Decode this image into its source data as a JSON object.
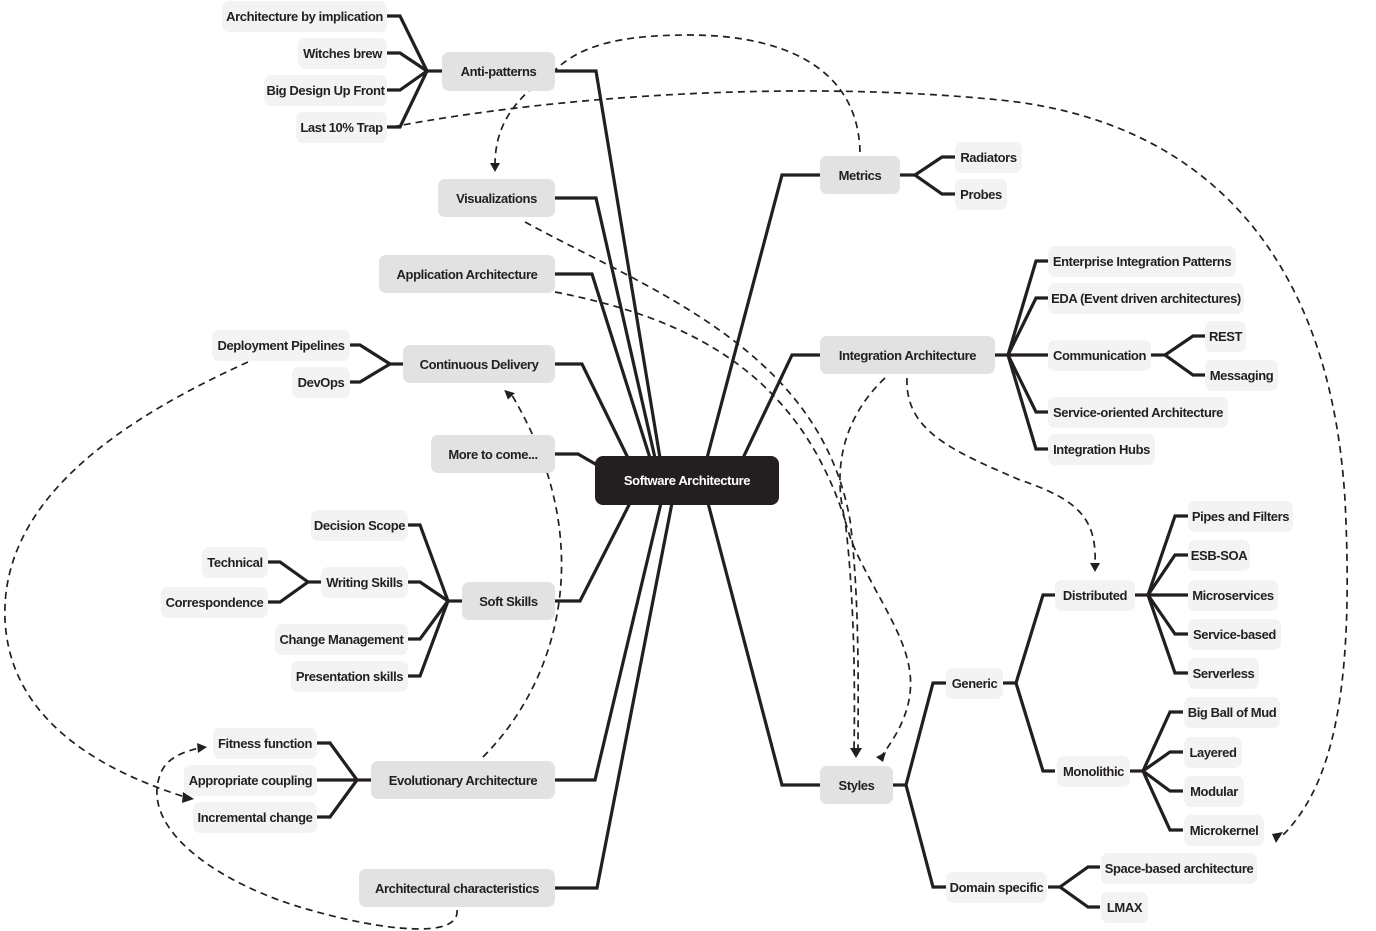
{
  "title": "Software Architecture",
  "colors": {
    "root_bg": "#231f20",
    "primary_bg": "#e2e2e2",
    "secondary_bg": "#f3f3f3",
    "line": "#231f20"
  },
  "nodes": {
    "root": "Software Architecture",
    "anti_patterns": "Anti-patterns",
    "architecture_by_implication": "Architecture by implication",
    "witches_brew": "Witches brew",
    "big_design_up_front": "Big Design Up Front",
    "last_10_trap": "Last 10% Trap",
    "visualizations": "Visualizations",
    "application_architecture": "Application Architecture",
    "continuous_delivery": "Continuous Delivery",
    "deployment_pipelines": "Deployment Pipelines",
    "devops": "DevOps",
    "more_to_come": "More to come...",
    "soft_skills": "Soft Skills",
    "decision_scope": "Decision Scope",
    "writing_skills": "Writing Skills",
    "technical": "Technical",
    "correspondence": "Correspondence",
    "change_management": "Change Management",
    "presentation_skills": "Presentation skills",
    "evolutionary_architecture": "Evolutionary Architecture",
    "fitness_function": "Fitness function",
    "appropriate_coupling": "Appropriate coupling",
    "incremental_change": "Incremental change",
    "architectural_characteristics": "Architectural characteristics",
    "metrics": "Metrics",
    "radiators": "Radiators",
    "probes": "Probes",
    "integration_architecture": "Integration Architecture",
    "enterprise_integration_patterns": "Enterprise Integration Patterns",
    "eda": "EDA (Event driven architectures)",
    "communication": "Communication",
    "rest": "REST",
    "messaging": "Messaging",
    "service_oriented_architecture": "Service-oriented Architecture",
    "integration_hubs": "Integration Hubs",
    "styles": "Styles",
    "generic": "Generic",
    "distributed": "Distributed",
    "pipes_and_filters": "Pipes and Filters",
    "esb_soa": "ESB-SOA",
    "microservices": "Microservices",
    "service_based": "Service-based",
    "serverless": "Serverless",
    "monolithic": "Monolithic",
    "big_ball_of_mud": "Big Ball of Mud",
    "layered": "Layered",
    "modular": "Modular",
    "microkernel": "Microkernel",
    "domain_specific": "Domain specific",
    "space_based_architecture": "Space-based architecture",
    "lmax": "LMAX"
  },
  "relations": [
    {
      "from": "Anti-patterns",
      "to": "Visualizations",
      "style": "dashed"
    },
    {
      "from": "Metrics",
      "to": "Visualizations",
      "style": "dashed"
    },
    {
      "from": "Last 10% Trap",
      "to": "Microkernel",
      "style": "dashed"
    },
    {
      "from": "Visualizations",
      "to": "Styles",
      "style": "dashed"
    },
    {
      "from": "Application Architecture",
      "to": "Styles",
      "style": "dashed"
    },
    {
      "from": "Integration Architecture",
      "to": "Styles",
      "style": "dashed"
    },
    {
      "from": "Integration Architecture",
      "to": "Distributed",
      "style": "dashed"
    },
    {
      "from": "Evolutionary Architecture",
      "to": "Continuous Delivery",
      "style": "dashed"
    },
    {
      "from": "Deployment Pipelines",
      "to": "Incremental change",
      "style": "dashed"
    },
    {
      "from": "Architectural characteristics",
      "to": "Fitness function",
      "style": "dashed"
    }
  ]
}
